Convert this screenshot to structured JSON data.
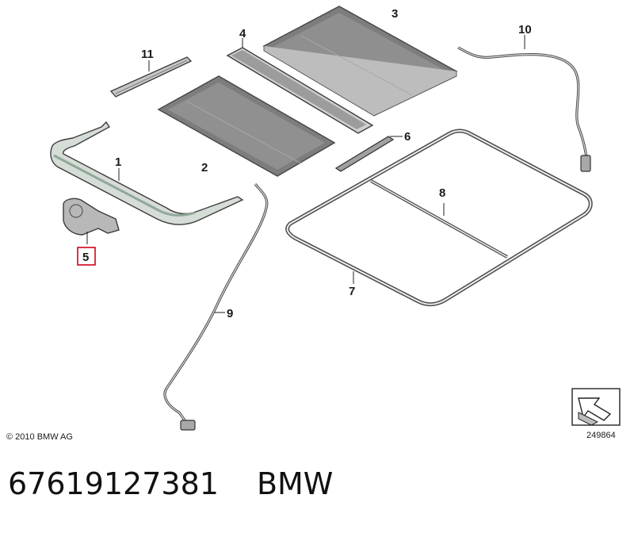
{
  "diagram": {
    "callouts": {
      "c1": "1",
      "c2": "2",
      "c3": "3",
      "c4": "4",
      "c5": "5",
      "c6": "6",
      "c7": "7",
      "c8": "8",
      "c9": "9",
      "c10": "10",
      "c11": "11"
    },
    "highlighted_callout": "5",
    "highlight_color": "#d0021b",
    "copyright": "© 2010 BMW AG",
    "reference_number": "249864"
  },
  "footer": {
    "part_number": "67619127381",
    "brand": "BMW"
  }
}
